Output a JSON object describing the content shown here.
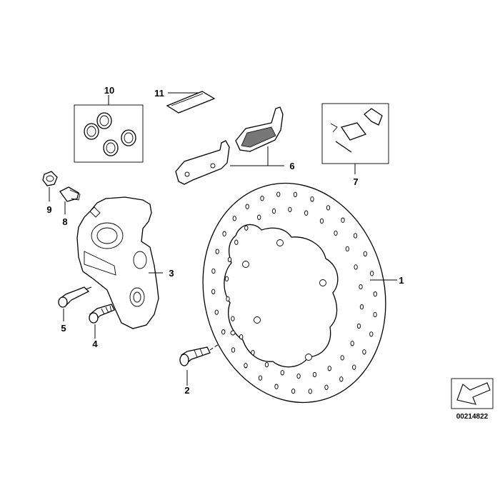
{
  "diagram": {
    "reference_number": "00214822",
    "callouts": [
      {
        "id": "1",
        "label": "1"
      },
      {
        "id": "2",
        "label": "2"
      },
      {
        "id": "3",
        "label": "3"
      },
      {
        "id": "4",
        "label": "4"
      },
      {
        "id": "5",
        "label": "5"
      },
      {
        "id": "6",
        "label": "6"
      },
      {
        "id": "7",
        "label": "7"
      },
      {
        "id": "8",
        "label": "8"
      },
      {
        "id": "9",
        "label": "9"
      },
      {
        "id": "10",
        "label": "10"
      },
      {
        "id": "11",
        "label": "11"
      }
    ]
  }
}
